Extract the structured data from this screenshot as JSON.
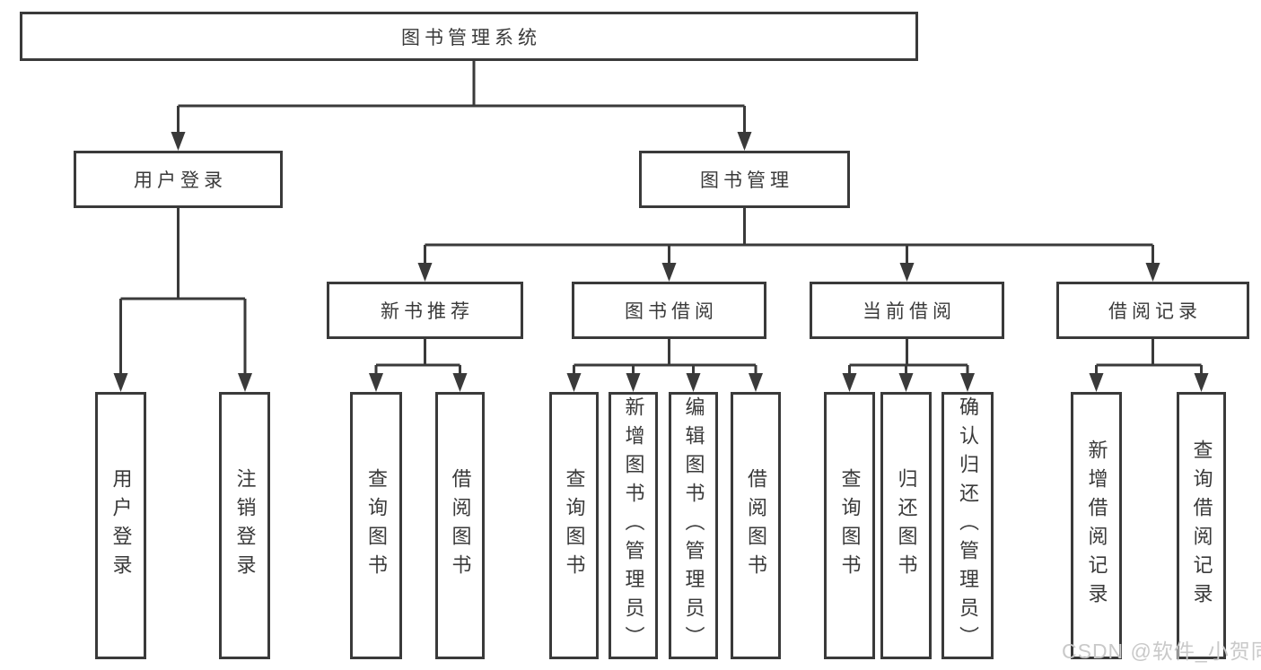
{
  "diagram": {
    "root": {
      "label": "图书管理系统"
    },
    "branches": [
      {
        "label": "用户登录",
        "leaves": [
          "用户登录",
          "注销登录"
        ]
      },
      {
        "label": "图书管理",
        "groups": [
          {
            "label": "新书推荐",
            "leaves": [
              "查询图书",
              "借阅图书"
            ]
          },
          {
            "label": "图书借阅",
            "leaves": [
              "查询图书",
              "新增图书（管理员）",
              "编辑图书（管理员）",
              "借阅图书"
            ]
          },
          {
            "label": "当前借阅",
            "leaves": [
              "查询图书",
              "归还图书",
              "确认归还（管理员）"
            ]
          },
          {
            "label": "借阅记录",
            "leaves": [
              "新增借阅记录",
              "查询借阅记录"
            ]
          }
        ]
      }
    ]
  },
  "watermark": {
    "text": "CSDN @软件_小贺同学"
  },
  "colors": {
    "line": "#3a3a3a",
    "text": "#3a3a3a",
    "watermark": "#c9c9c9",
    "background": "#ffffff"
  }
}
